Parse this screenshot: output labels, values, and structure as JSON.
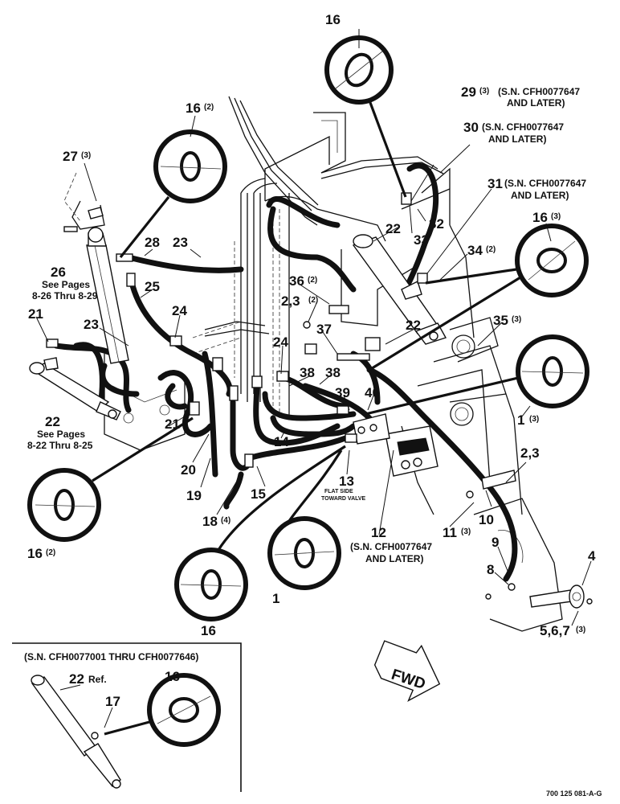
{
  "callouts": [
    {
      "id": "c16a",
      "num": "16",
      "sup": ""
    },
    {
      "id": "c29",
      "num": "29",
      "sup": "(3)",
      "note": "(S.N. CFH0077647",
      "note2": "AND LATER)"
    },
    {
      "id": "c30",
      "num": "30",
      "sup": "",
      "note": "(S.N. CFH0077647",
      "note2": "AND LATER)"
    },
    {
      "id": "c16b",
      "num": "16",
      "sup": "(2)"
    },
    {
      "id": "c27",
      "num": "27",
      "sup": "(3)"
    },
    {
      "id": "c31",
      "num": "31",
      "sup": "",
      "note": "(S.N. CFH0077647",
      "note2": "AND LATER)"
    },
    {
      "id": "c32",
      "num": "32",
      "sup": ""
    },
    {
      "id": "c33",
      "num": "33",
      "sup": ""
    },
    {
      "id": "c22a",
      "num": "22",
      "sup": ""
    },
    {
      "id": "c16c",
      "num": "16",
      "sup": "(3)"
    },
    {
      "id": "c28",
      "num": "28",
      "sup": ""
    },
    {
      "id": "c23a",
      "num": "23",
      "sup": ""
    },
    {
      "id": "c34",
      "num": "34",
      "sup": "(2)"
    },
    {
      "id": "c26",
      "num": "26",
      "sup": "",
      "note": "See Pages",
      "note2": "8-26 Thru 8-29"
    },
    {
      "id": "c36",
      "num": "36",
      "sup": "(2)"
    },
    {
      "id": "c25",
      "num": "25",
      "sup": ""
    },
    {
      "id": "c23b",
      "num": "2,3",
      "sup": "(2)"
    },
    {
      "id": "c21a",
      "num": "21",
      "sup": ""
    },
    {
      "id": "c24a",
      "num": "24",
      "sup": ""
    },
    {
      "id": "c37",
      "num": "37",
      "sup": ""
    },
    {
      "id": "c22b",
      "num": "22",
      "sup": ""
    },
    {
      "id": "c35",
      "num": "35",
      "sup": "(3)"
    },
    {
      "id": "c23c",
      "num": "23",
      "sup": ""
    },
    {
      "id": "c24b",
      "num": "24",
      "sup": ""
    },
    {
      "id": "c38a",
      "num": "38",
      "sup": ""
    },
    {
      "id": "c38b",
      "num": "38",
      "sup": ""
    },
    {
      "id": "c39",
      "num": "39",
      "sup": ""
    },
    {
      "id": "c40",
      "num": "40",
      "sup": ""
    },
    {
      "id": "c1a",
      "num": "1",
      "sup": "(3)"
    },
    {
      "id": "c22c",
      "num": "22",
      "sup": "",
      "note": "See Pages",
      "note2": "8-22 Thru 8-25"
    },
    {
      "id": "c21b",
      "num": "21",
      "sup": ""
    },
    {
      "id": "c14",
      "num": "14",
      "sup": ""
    },
    {
      "id": "c20",
      "num": "20",
      "sup": ""
    },
    {
      "id": "c19",
      "num": "19",
      "sup": ""
    },
    {
      "id": "c15",
      "num": "15",
      "sup": ""
    },
    {
      "id": "c13",
      "num": "13",
      "sup": ""
    },
    {
      "id": "c23d",
      "num": "2,3",
      "sup": ""
    },
    {
      "id": "c18",
      "num": "18",
      "sup": "(4)"
    },
    {
      "id": "c10",
      "num": "10",
      "sup": ""
    },
    {
      "id": "c11",
      "num": "11",
      "sup": "(3)"
    },
    {
      "id": "c12",
      "num": "12",
      "sup": "",
      "note": "(S.N. CFH0077647",
      "note2": "AND LATER)"
    },
    {
      "id": "c9",
      "num": "9",
      "sup": ""
    },
    {
      "id": "c16d",
      "num": "16",
      "sup": "(2)"
    },
    {
      "id": "c4",
      "num": "4",
      "sup": ""
    },
    {
      "id": "c8",
      "num": "8",
      "sup": ""
    },
    {
      "id": "c1b",
      "num": "1",
      "sup": ""
    },
    {
      "id": "c567",
      "num": "5,6,7",
      "sup": "(3)"
    },
    {
      "id": "c16e",
      "num": "16",
      "sup": ""
    },
    {
      "id": "c22d",
      "num": "22",
      "sup": "",
      "suffix": "Ref."
    },
    {
      "id": "c16f",
      "num": "16",
      "sup": ""
    },
    {
      "id": "c17",
      "num": "17",
      "sup": ""
    }
  ],
  "valve_note": {
    "line1": "FLAT SIDE",
    "line2": "TOWARD VALVE"
  },
  "inset": {
    "title": "(S.N. CFH0077001 THRU CFH0077646)"
  },
  "fwd": {
    "label": "FWD"
  },
  "figure_id": "700 125 081-A-G"
}
